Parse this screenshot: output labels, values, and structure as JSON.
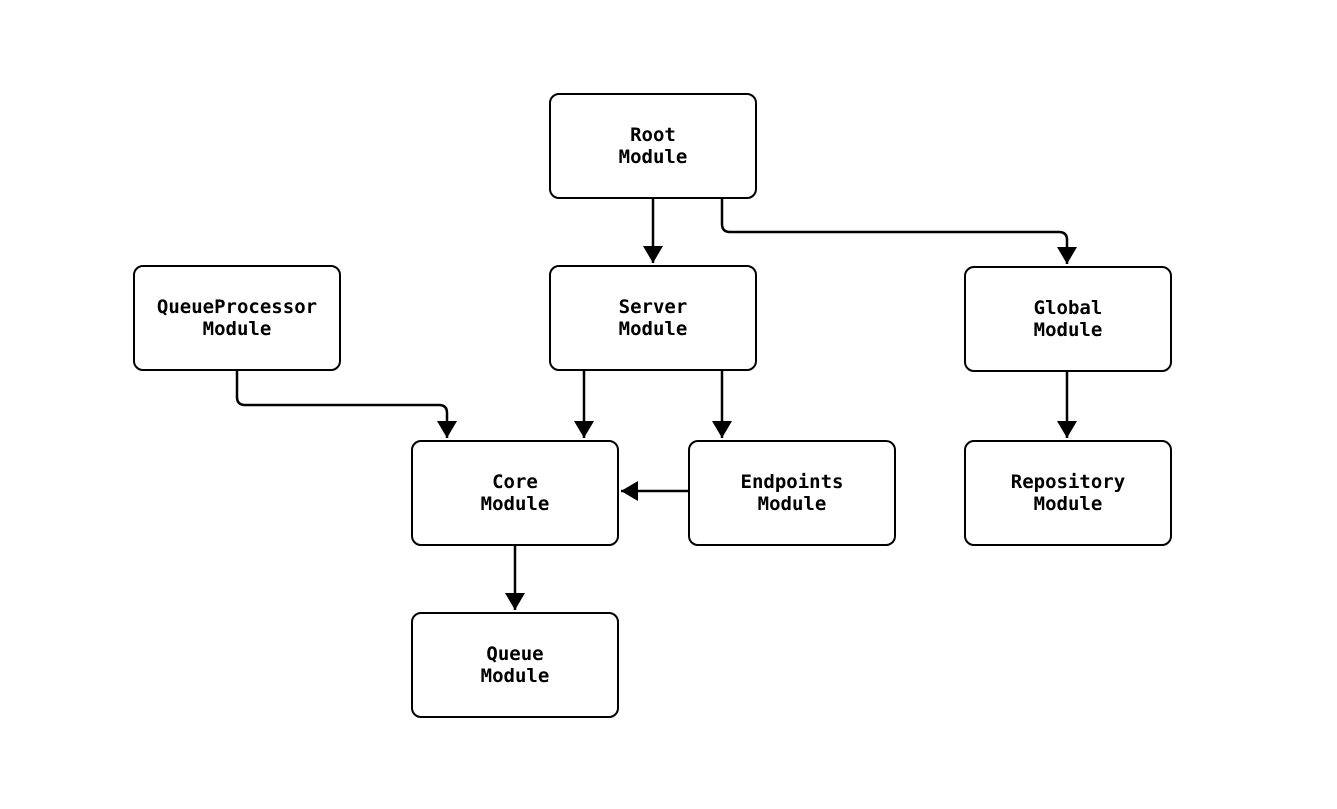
{
  "diagram": {
    "background_color": "#ffffff",
    "stroke_color": "#000000",
    "nodes": [
      {
        "id": "root",
        "label": "Root\nModule"
      },
      {
        "id": "queueprocessor",
        "label": "QueueProcessor\nModule"
      },
      {
        "id": "server",
        "label": "Server\nModule"
      },
      {
        "id": "global",
        "label": "Global\nModule"
      },
      {
        "id": "core",
        "label": "Core\nModule"
      },
      {
        "id": "endpoints",
        "label": "Endpoints\nModule"
      },
      {
        "id": "repository",
        "label": "Repository\nModule"
      },
      {
        "id": "queue",
        "label": "Queue\nModule"
      }
    ],
    "edges": [
      {
        "from": "root",
        "to": "server"
      },
      {
        "from": "root",
        "to": "global"
      },
      {
        "from": "queueprocessor",
        "to": "core"
      },
      {
        "from": "server",
        "to": "core"
      },
      {
        "from": "server",
        "to": "endpoints"
      },
      {
        "from": "endpoints",
        "to": "core"
      },
      {
        "from": "global",
        "to": "repository"
      },
      {
        "from": "core",
        "to": "queue"
      }
    ]
  }
}
